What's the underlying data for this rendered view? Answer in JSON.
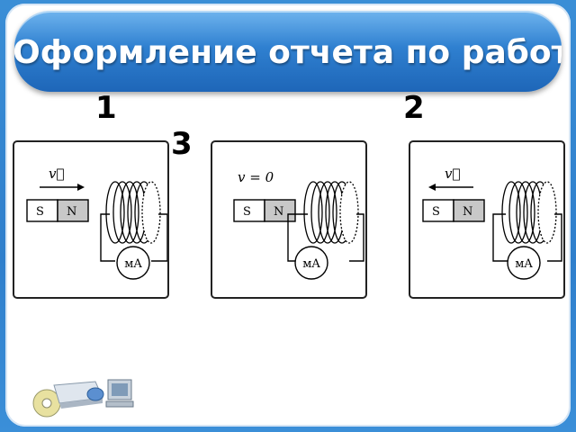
{
  "title": "Оформление отчета по работе",
  "numbers": [
    "1",
    "2",
    "3"
  ],
  "panels": [
    {
      "velocity_label": "v⃗",
      "arrow": "right",
      "pole_s": "S",
      "pole_n": "N",
      "meter": "мA"
    },
    {
      "velocity_label": "v = 0",
      "arrow": "none",
      "pole_s": "S",
      "pole_n": "N",
      "meter": "мA"
    },
    {
      "velocity_label": "v⃗",
      "arrow": "left",
      "pole_s": "S",
      "pole_n": "N",
      "meter": "мA"
    }
  ],
  "icons": {
    "logo": "computer-disk-logo-icon"
  },
  "colors": {
    "background": "#2f7fcc",
    "title_bar": "#2f80d0",
    "title_text": "#ffffff"
  }
}
